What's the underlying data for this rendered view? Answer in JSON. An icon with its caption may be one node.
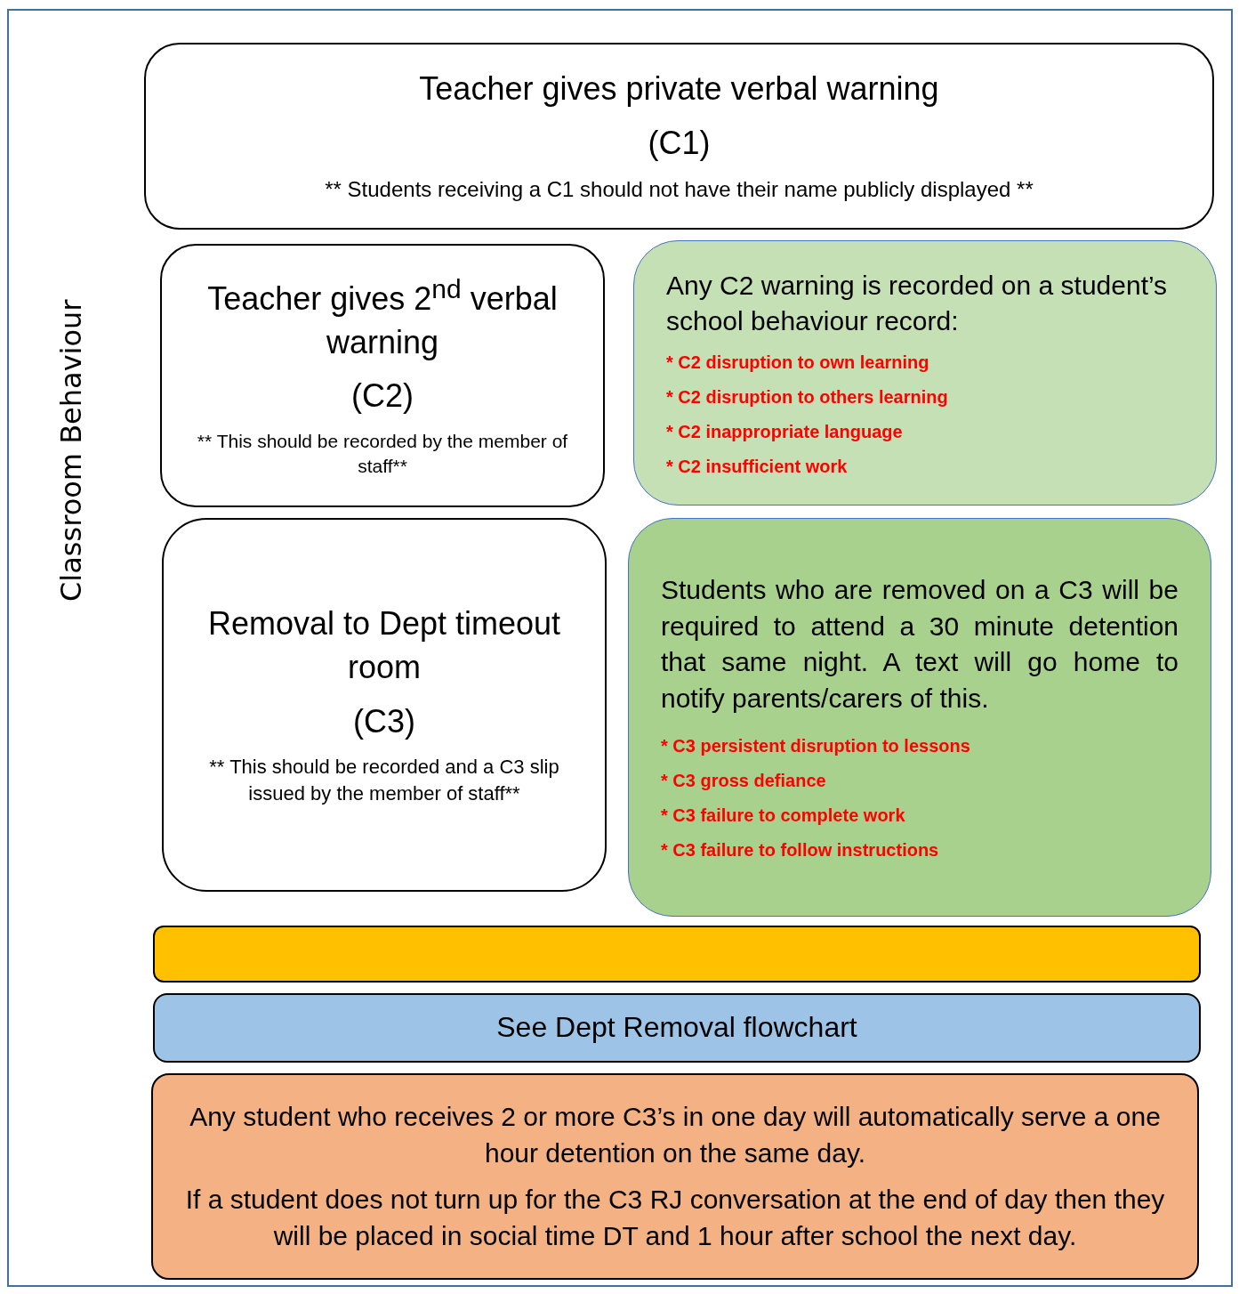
{
  "diagram": {
    "nodes": [
      {
        "text": [
          "Classroom Behaviour"
        ]
      },
      {
        "text": [
          "Teacher gives private verbal warning",
          "(C1)",
          "** Students receiving a C1 should not have their name publicly displayed **"
        ],
        "in": 0
      },
      {
        "text": [
          "Teacher gives 2$^{nd}$ verbal warning",
          "(C2)",
          "** This should be recorded by the member of staff**"
        ],
        "in": 0
      },
      {
        "text": [
          "Any C2 warning is recorded on a student’s school behaviour record:",
          "* C2 disruption to own learning",
          "* C2 disruption to others learning",
          "* C2 inappropriate language",
          "* C2 insufficient work"
        ],
        "in": 0
      },
      {
        "text": [
          "Removal to Dept timeout room",
          "(C3)",
          "** This should be recorded and a C3 slip issued by the member of staff**"
        ],
        "in": 0
      },
      {
        "text": [
          "Students who are removed on a C3 will be required to attend a 30 minute detention that same night. A text will go home to notify parents/carers of this.",
          "* C3 persistent disruption to lessons",
          "* C3 gross defiance",
          "* C3 failure to complete work",
          "* C3 failure to follow instructions"
        ],
        "in": 0
      },
      {
        "text": [],
        "shape": "bar",
        "in": 0
      },
      {
        "text": [
          "See Dept Removal flowchart"
        ],
        "in": 0
      },
      {
        "text": [
          "Any student who receives 2 or more C3’s in one day will automatically serve a one hour detention on the same day.",
          "If a student does not turn up for the C3 RJ conversation at the end of day then they will be placed in social time DT and 1 hour after school the next day."
        ],
        "in": 0
      }
    ]
  }
}
